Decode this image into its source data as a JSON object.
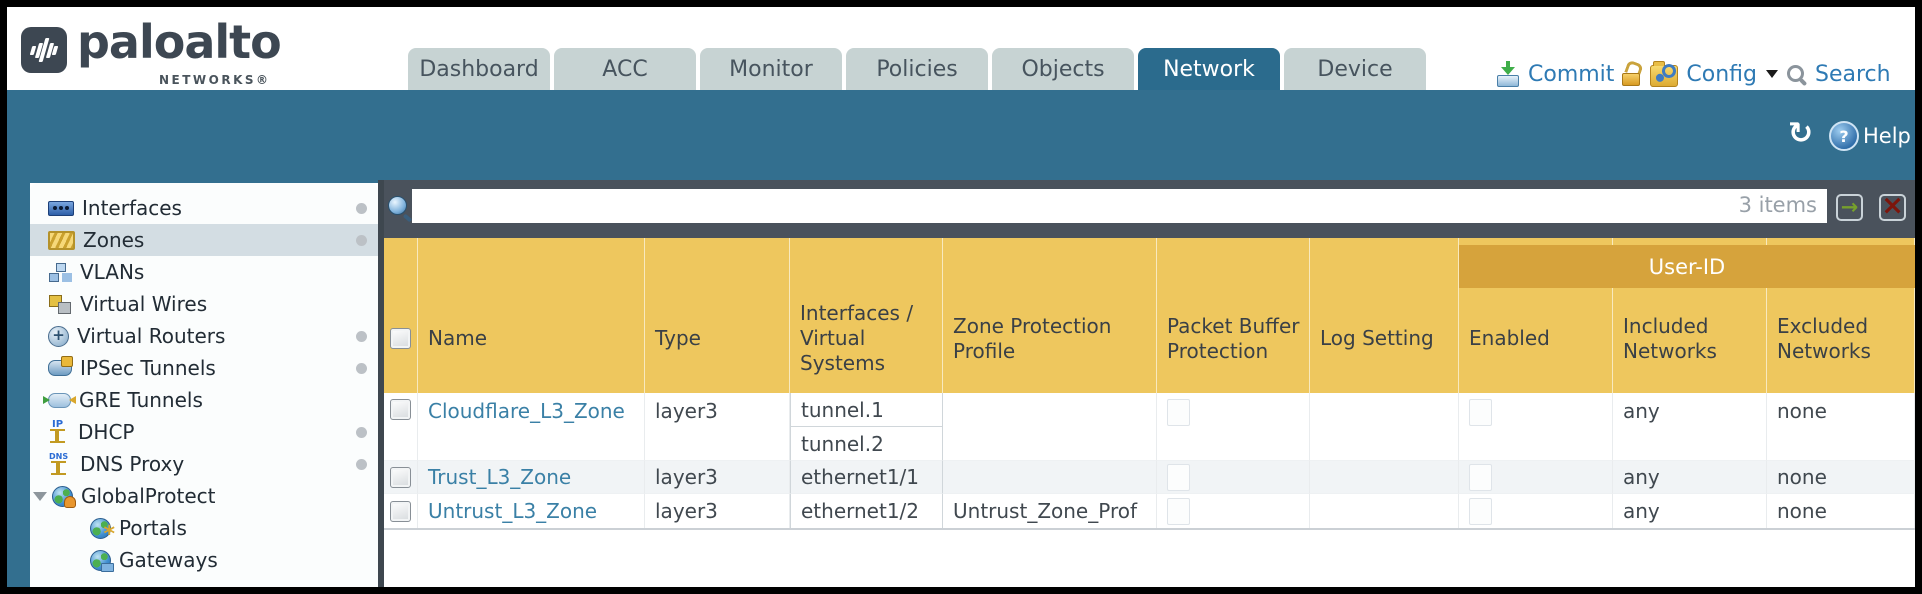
{
  "brand": {
    "name": "paloalto",
    "subtitle": "NETWORKS®"
  },
  "tabs": [
    {
      "label": "Dashboard"
    },
    {
      "label": "ACC"
    },
    {
      "label": "Monitor"
    },
    {
      "label": "Policies"
    },
    {
      "label": "Objects"
    },
    {
      "label": "Network",
      "active": true
    },
    {
      "label": "Device"
    }
  ],
  "top_actions": {
    "commit": "Commit",
    "config": "Config",
    "search": "Search"
  },
  "toolbar": {
    "help": "Help"
  },
  "filter": {
    "value": "",
    "count": "3 items"
  },
  "sidebar": [
    {
      "label": "Interfaces",
      "dot": true
    },
    {
      "label": "Zones",
      "dot": true,
      "selected": true
    },
    {
      "label": "VLANs"
    },
    {
      "label": "Virtual Wires"
    },
    {
      "label": "Virtual Routers",
      "dot": true
    },
    {
      "label": "IPSec Tunnels",
      "dot": true
    },
    {
      "label": "GRE Tunnels"
    },
    {
      "label": "DHCP",
      "dot": true
    },
    {
      "label": "DNS Proxy",
      "dot": true
    },
    {
      "label": "GlobalProtect",
      "expanded": true
    },
    {
      "label": "Portals",
      "child": true
    },
    {
      "label": "Gateways",
      "child": true
    }
  ],
  "table": {
    "user_id_group": "User-ID",
    "headers": {
      "name": "Name",
      "type": "Type",
      "interfaces": "Interfaces / Virtual Systems",
      "zpp": "Zone Protection Profile",
      "pbp": "Packet Buffer Protection",
      "log": "Log Setting",
      "enabled": "Enabled",
      "included": "Included Networks",
      "excluded": "Excluded Networks"
    },
    "rows": [
      {
        "name": "Cloudflare_L3_Zone",
        "type": "layer3",
        "interfaces": [
          "tunnel.1",
          "tunnel.2"
        ],
        "zpp": "",
        "packet_buffer_protection": false,
        "log": "",
        "user_id_enabled": false,
        "included": "any",
        "excluded": "none"
      },
      {
        "name": "Trust_L3_Zone",
        "type": "layer3",
        "interfaces": [
          "ethernet1/1"
        ],
        "zpp": "",
        "packet_buffer_protection": false,
        "log": "",
        "user_id_enabled": false,
        "included": "any",
        "excluded": "none"
      },
      {
        "name": "Untrust_L3_Zone",
        "type": "layer3",
        "interfaces": [
          "ethernet1/2"
        ],
        "zpp": "Untrust_Zone_Prof",
        "packet_buffer_protection": false,
        "log": "",
        "user_id_enabled": false,
        "included": "any",
        "excluded": "none"
      }
    ]
  },
  "colors": {
    "teal": "#336f8f",
    "header_gold": "#eec75e",
    "group_gold": "#d6a33c",
    "strip": "#4a525c",
    "tab_active": "#2b6b8d",
    "link": "#3a80a6"
  }
}
